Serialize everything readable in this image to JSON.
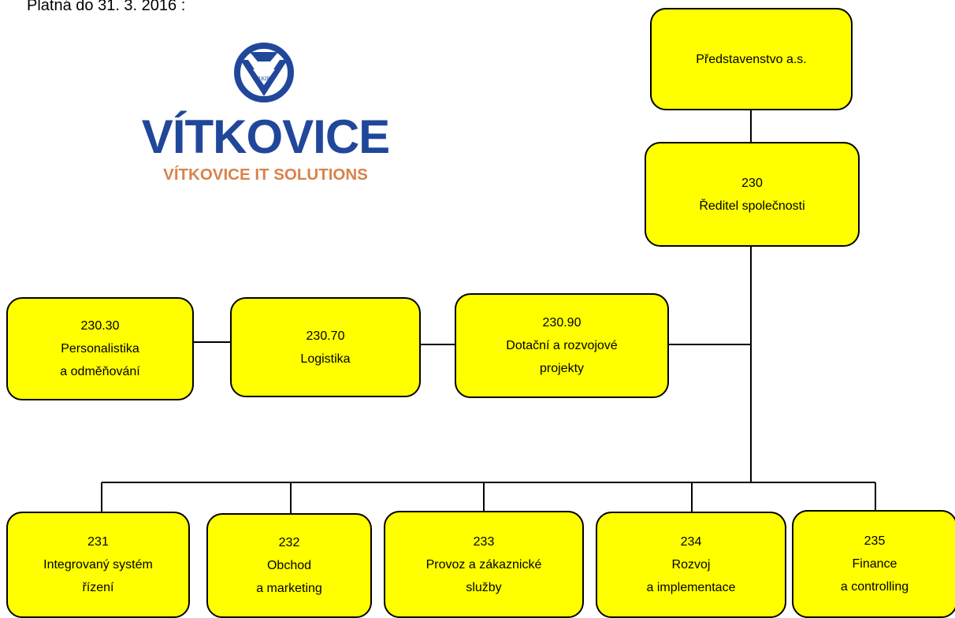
{
  "validity_note": "Platná do 31. 3. 2016 :",
  "logo": {
    "wordmark": "VÍTKOVICE",
    "subtitle": "VÍTKOVICE IT SOLUTIONS",
    "emblem_year": "1828",
    "icon": "vitkovice-emblem-icon",
    "colors": {
      "blue": "#21479b",
      "orange": "#d8834b"
    }
  },
  "colors": {
    "box_fill": "#ffff00",
    "box_border": "#000000",
    "line": "#000000"
  },
  "org": {
    "board": {
      "lines": [
        "Představenstvo a.s."
      ]
    },
    "director": {
      "code": "230",
      "lines": [
        "Ředitel společnosti"
      ]
    },
    "staff": [
      {
        "code": "230.30",
        "lines": [
          "Personalistika",
          "a odměňování"
        ]
      },
      {
        "code": "230.70",
        "lines": [
          "Logistika"
        ]
      },
      {
        "code": "230.90",
        "lines": [
          "Dotační a rozvojové",
          "projekty"
        ]
      }
    ],
    "departments": [
      {
        "code": "231",
        "lines": [
          "Integrovaný systém",
          "řízení"
        ]
      },
      {
        "code": "232",
        "lines": [
          "Obchod",
          "a marketing"
        ]
      },
      {
        "code": "233",
        "lines": [
          "Provoz a zákaznické",
          "služby"
        ]
      },
      {
        "code": "234",
        "lines": [
          "Rozvoj",
          "a implementace"
        ]
      },
      {
        "code": "235",
        "lines": [
          "Finance",
          "a controlling"
        ]
      }
    ]
  }
}
